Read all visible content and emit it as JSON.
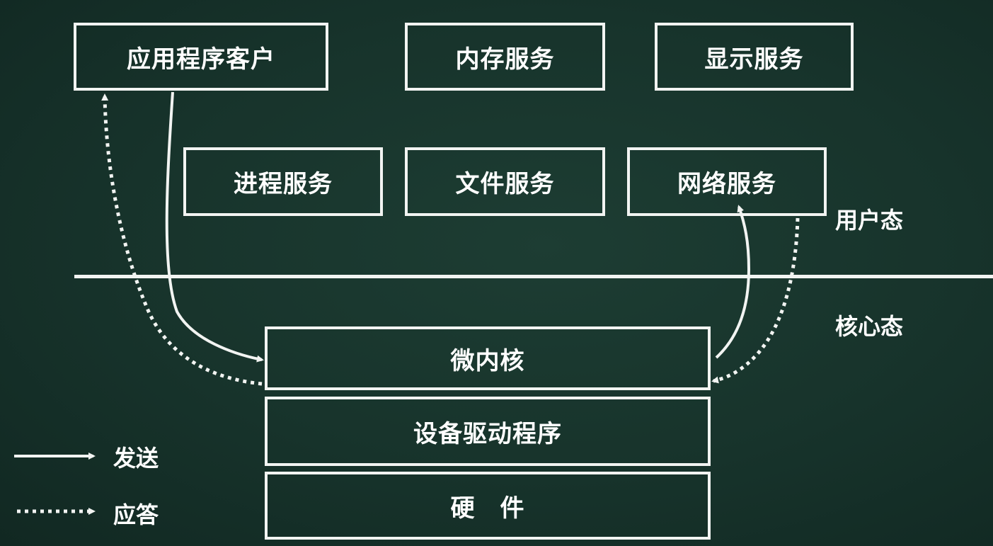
{
  "boxes": {
    "app_client": "应用程序客户",
    "memory_service": "内存服务",
    "display_service": "显示服务",
    "process_service": "进程服务",
    "file_service": "文件服务",
    "network_service": "网络服务",
    "microkernel": "微内核",
    "device_driver": "设备驱动程序",
    "hardware": "硬　件"
  },
  "modes": {
    "user_mode": "用户态",
    "kernel_mode": "核心态"
  },
  "legend": {
    "send": "发送",
    "reply": "应答"
  },
  "colors": {
    "background": "#17332b",
    "stroke": "#f2f4f2"
  }
}
